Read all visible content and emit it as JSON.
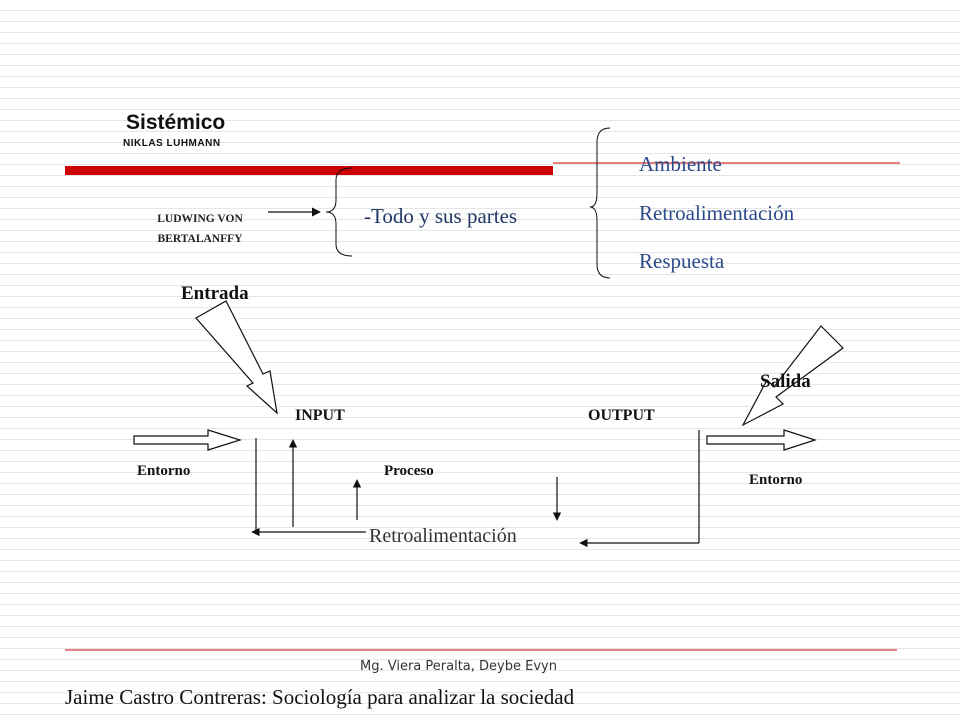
{
  "title": "Sistémico",
  "subtitle": "NIKLAS LUHMANN",
  "ludwig": {
    "line1": "LUDWING VON",
    "line2": "BERTALANFFY"
  },
  "center_phrase": "-Todo y sus partes",
  "brace_items": [
    "Ambiente",
    "Retroalimentación",
    "Respuesta"
  ],
  "diagram": {
    "entrada": "Entrada",
    "salida": "Salida",
    "input": "INPUT",
    "output": "OUTPUT",
    "entorno_left": "Entorno",
    "entorno_right": "Entorno",
    "proceso": "Proceso",
    "retroalimentacion": "Retroalimentación"
  },
  "footer": {
    "author": "Mg. Viera Peralta, Deybe Evyn",
    "credit": "Jaime Castro Contreras: Sociología para analizar la sociedad"
  },
  "colors": {
    "accent_red": "#cc0000",
    "text_blue": "#2b4a8b"
  }
}
